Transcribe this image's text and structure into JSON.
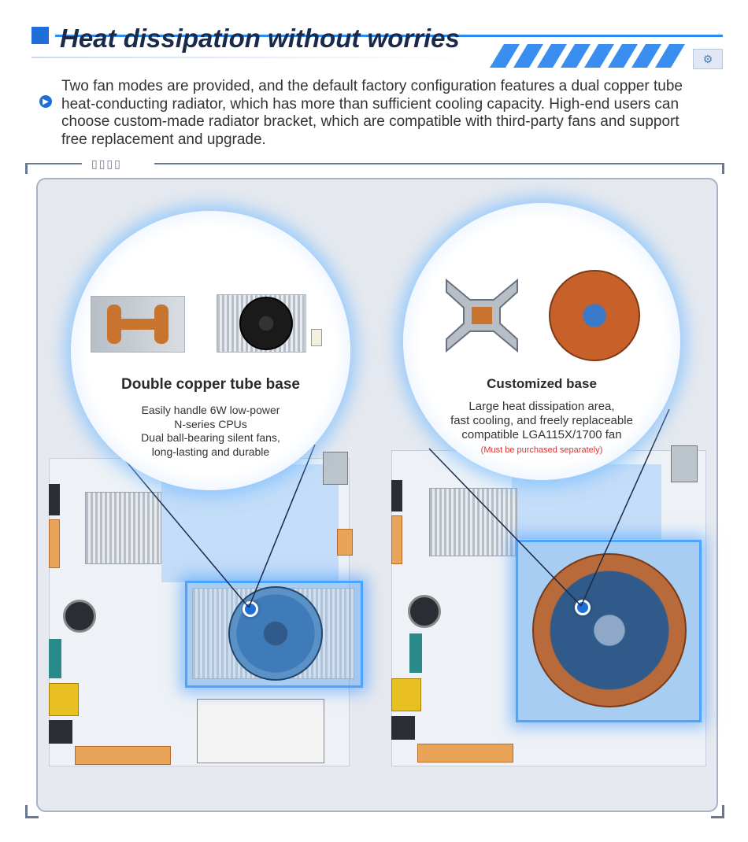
{
  "header": {
    "title": "Heat dissipation without worries",
    "description": "Two fan modes are provided, and the default factory configuration features a dual copper tube heat-conducting radiator, which has more than sufficient cooling capacity. High-end users can choose custom-made radiator bracket, which are compatible with third-party fans and support free replacement and upgrade."
  },
  "frame": {
    "label": "▯▯▯▯"
  },
  "left_callout": {
    "title": "Double copper tube base",
    "lines": [
      "Easily handle 6W low-power",
      "N-series CPUs",
      "Dual ball-bearing silent fans,",
      "long-lasting and durable"
    ]
  },
  "right_callout": {
    "title": "Customized base",
    "lines": [
      "Large heat dissipation area,",
      "fast cooling, and freely replaceable",
      "compatible LGA115X/1700 fan"
    ],
    "note": "(Must be purchased separately)"
  },
  "colors": {
    "accent": "#1e6fd9",
    "glow": "#4da4ff",
    "note": "#e03030"
  },
  "icons": [
    "play-bullet-icon",
    "gear-icon"
  ]
}
